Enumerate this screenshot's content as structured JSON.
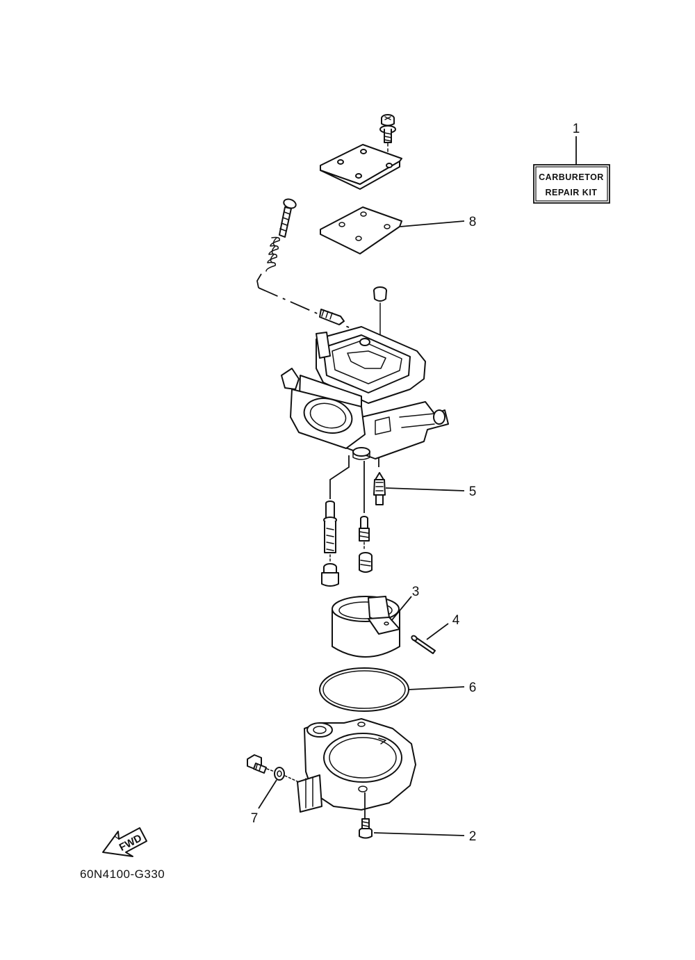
{
  "callouts": [
    {
      "id": "1",
      "label": "1",
      "part": "carburetor repair kit"
    },
    {
      "id": "2",
      "label": "2",
      "part": "screw"
    },
    {
      "id": "3",
      "label": "3",
      "part": "float"
    },
    {
      "id": "4",
      "label": "4",
      "part": "pin"
    },
    {
      "id": "5",
      "label": "5",
      "part": "needle valve"
    },
    {
      "id": "6",
      "label": "6",
      "part": "gasket"
    },
    {
      "id": "7",
      "label": "7",
      "part": "washer"
    },
    {
      "id": "8",
      "label": "8",
      "part": "gasket"
    }
  ],
  "kit_box": {
    "line1": "CARBURETOR",
    "line2": "REPAIR KIT"
  },
  "fwd_label": "FWD",
  "diagram_code": "60N4100-G330"
}
